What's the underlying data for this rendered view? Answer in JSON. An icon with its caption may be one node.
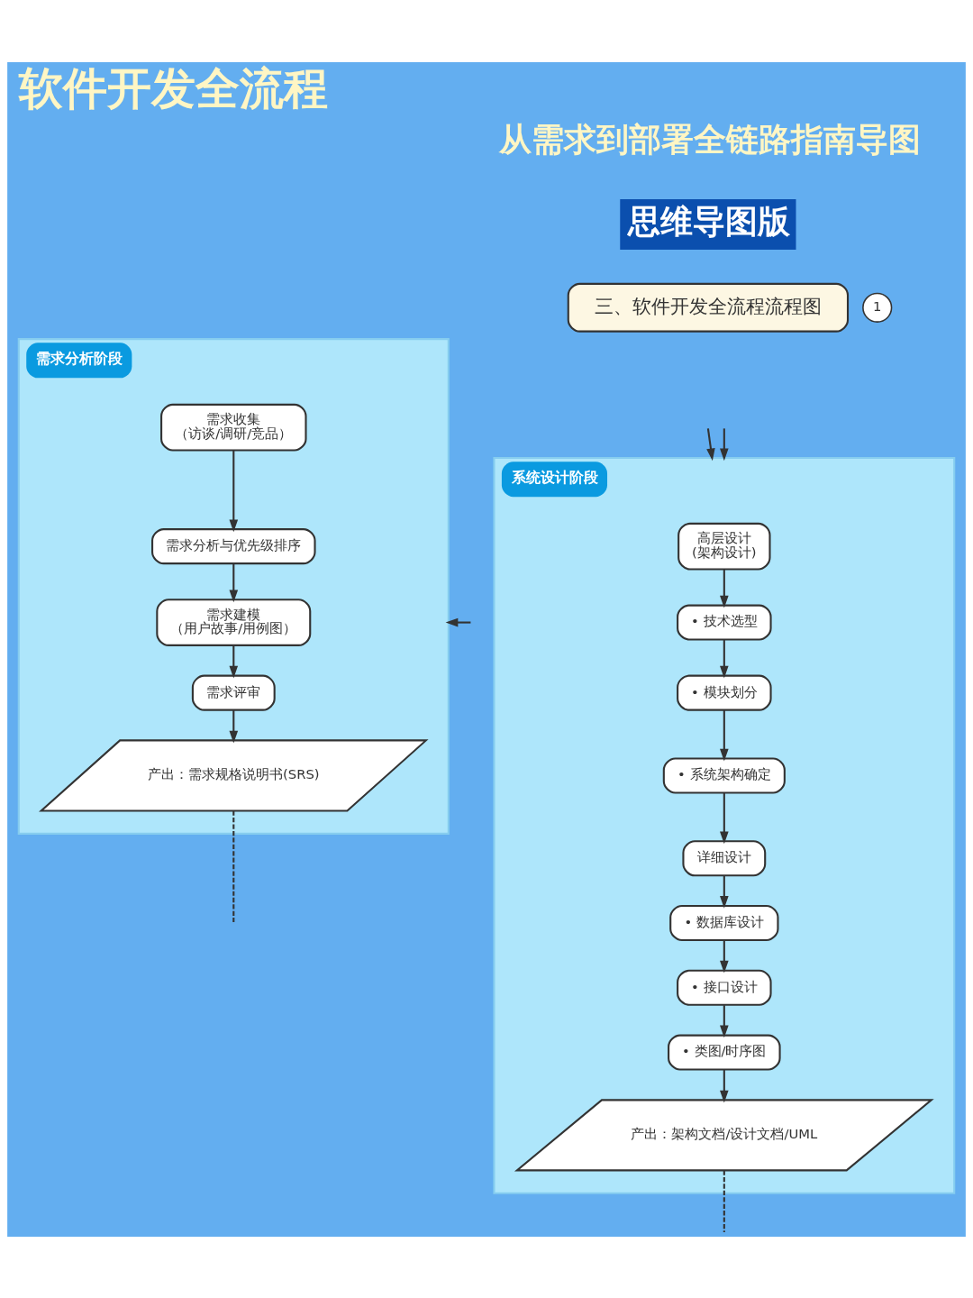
{
  "diagram": {
    "title": "软件开发全流程",
    "nodes": [
      {
        "text": [
          "三、软件开发全流程流程图"
        ],
        "beside": [
          "1"
        ]
      },
      {
        "text": [
          "需求分析阶段"
        ]
      },
      {
        "text": [
          "需求收集",
          "（访谈/调研/竞品）"
        ],
        "in": 1
      },
      {
        "text": [
          "需求分析与优先级排序"
        ],
        "in": 1
      },
      {
        "text": [
          "需求建模",
          "（用户故事/用例图）"
        ],
        "in": 1
      },
      {
        "text": [
          "需求评审"
        ],
        "in": 1
      },
      {
        "text": [
          "产出：需求规格说明书(SRS)"
        ],
        "in": 1
      },
      {
        "text": [
          "系统设计阶段"
        ]
      },
      {
        "text": [
          "高层设计",
          "(架构设计)"
        ],
        "in": 7
      },
      {
        "text": [
          "• 技术选型"
        ],
        "in": 7
      },
      {
        "text": [
          "• 模块划分"
        ],
        "in": 7
      },
      {
        "text": [
          "• 系统架构确定"
        ],
        "in": 7
      },
      {
        "text": [
          "详细设计"
        ],
        "in": 7
      },
      {
        "text": [
          "• 数据库设计"
        ],
        "in": 7
      },
      {
        "text": [
          "• 接口设计"
        ],
        "in": 7
      },
      {
        "text": [
          "• 类图/时序图"
        ],
        "in": 7
      },
      {
        "text": [
          "产出：架构文档/设计文档/UML"
        ],
        "in": 7
      }
    ],
    "edges": [
      {
        "from": 2,
        "to": 3,
        "arrow": "to"
      },
      {
        "from": 3,
        "to": 4,
        "arrow": "to"
      },
      {
        "from": 4,
        "to": 5,
        "arrow": "to"
      },
      {
        "from": 5,
        "to": 6,
        "arrow": "to"
      },
      {
        "from": 6,
        "to": null,
        "arrow": "none",
        "style": "dashed"
      },
      {
        "from": null,
        "to": 1,
        "arrow": "to"
      },
      {
        "from": null,
        "to": 7,
        "arrow": "to"
      },
      {
        "from": null,
        "to": 7,
        "arrow": "to"
      },
      {
        "from": 8,
        "to": 9,
        "arrow": "to"
      },
      {
        "from": 9,
        "to": 10,
        "arrow": "to"
      },
      {
        "from": 10,
        "to": 11,
        "arrow": "to"
      },
      {
        "from": 11,
        "to": 12,
        "arrow": "to"
      },
      {
        "from": 12,
        "to": 13,
        "arrow": "to"
      },
      {
        "from": 13,
        "to": 14,
        "arrow": "to"
      },
      {
        "from": 14,
        "to": 15,
        "arrow": "to"
      },
      {
        "from": 15,
        "to": 16,
        "arrow": "to"
      },
      {
        "from": 16,
        "to": null,
        "arrow": "none",
        "style": "dashed"
      }
    ],
    "labels": [
      "从需求到部署全链路指南导图",
      "思维导图版"
    ]
  }
}
